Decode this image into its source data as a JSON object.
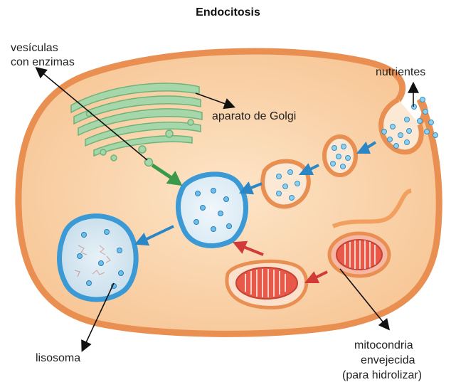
{
  "title": "Endocitosis",
  "labels": {
    "vesicles_line1": "vesículas",
    "vesicles_line2": "con enzimas",
    "golgi": "aparato de Golgi",
    "nutrients": "nutrientes",
    "lysosome": "lisosoma",
    "mito_line1": "mitocondria",
    "mito_line2": "envejecida",
    "mito_line3": "(para hidrolizar)"
  },
  "colors": {
    "cell_fill": "#f6c79a",
    "cell_membrane": "#e98f52",
    "golgi": "#9fd3a5",
    "vesicle_blue": "#4aa3d8",
    "arrow_blue": "#2b86c6",
    "arrow_red": "#d23a3a",
    "arrow_green": "#3a9a4a",
    "mitochondria": "#e85a4a"
  }
}
